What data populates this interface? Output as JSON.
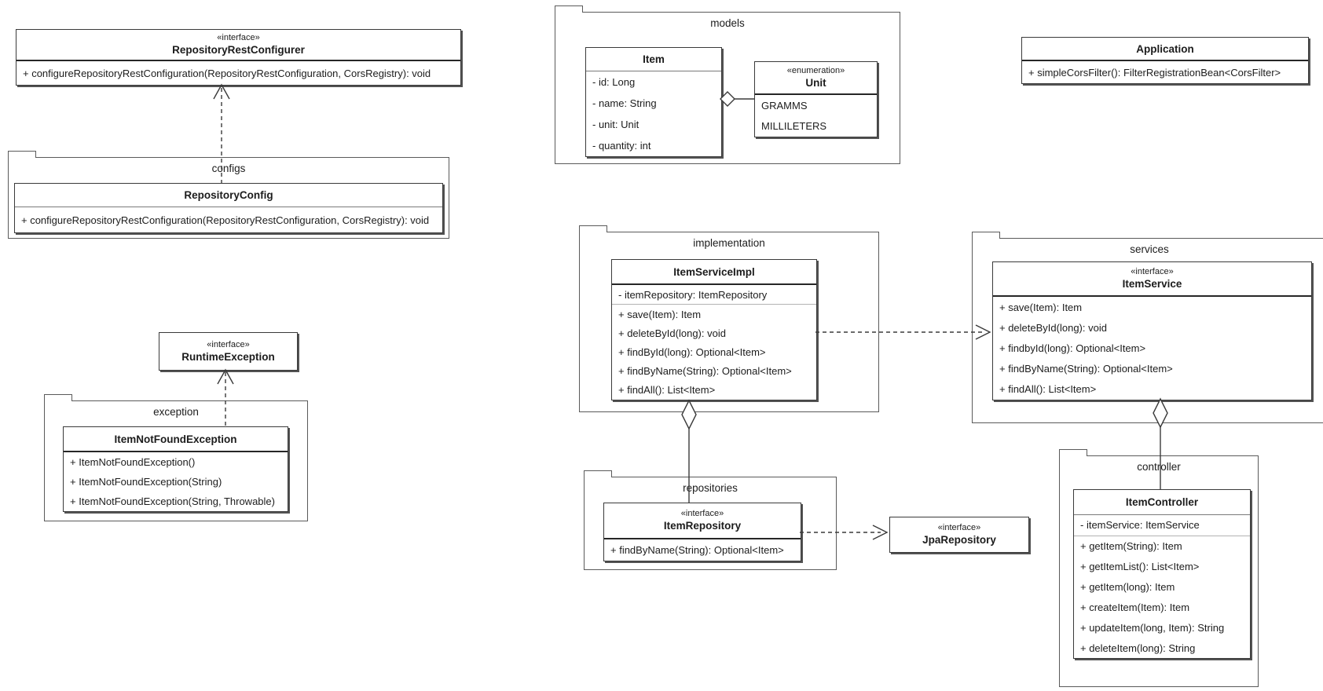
{
  "packages": {
    "configs": "configs",
    "exception": "exception",
    "models": "models",
    "implementation": "implementation",
    "services": "services",
    "repositories": "repositories",
    "controller": "controller"
  },
  "classes": {
    "repositoryRestConfigurer": {
      "stereotype": "«interface»",
      "name": "RepositoryRestConfigurer",
      "methods": [
        "+ configureRepositoryRestConfiguration(RepositoryRestConfiguration, CorsRegistry): void"
      ]
    },
    "repositoryConfig": {
      "name": "RepositoryConfig",
      "methods": [
        "+ configureRepositoryRestConfiguration(RepositoryRestConfiguration, CorsRegistry): void"
      ]
    },
    "runtimeException": {
      "stereotype": "«interface»",
      "name": "RuntimeException"
    },
    "itemNotFoundException": {
      "name": "ItemNotFoundException",
      "methods": [
        "+ ItemNotFoundException()",
        "+ ItemNotFoundException(String)",
        "+ ItemNotFoundException(String, Throwable)"
      ]
    },
    "item": {
      "name": "Item",
      "attributes": [
        "- id: Long",
        "- name: String",
        "- unit: Unit",
        "- quantity: int"
      ]
    },
    "unit": {
      "stereotype": "«enumeration»",
      "name": "Unit",
      "values": [
        "GRAMMS",
        "MILLILETERS"
      ]
    },
    "application": {
      "name": "Application",
      "methods": [
        "+ simpleCorsFilter(): FilterRegistrationBean<CorsFilter>"
      ]
    },
    "itemServiceImpl": {
      "name": "ItemServiceImpl",
      "attributes": [
        "- itemRepository: ItemRepository"
      ],
      "methods": [
        "+ save(Item): Item",
        "+ deleteById(long): void",
        "+ findById(long): Optional<Item>",
        "+ findByName(String): Optional<Item>",
        "+ findAll(): List<Item>"
      ]
    },
    "itemService": {
      "stereotype": "«interface»",
      "name": "ItemService",
      "methods": [
        "+ save(Item): Item",
        "+ deleteById(long): void",
        "+ findbyId(long): Optional<Item>",
        "+ findByName(String): Optional<Item>",
        "+ findAll(): List<Item>"
      ]
    },
    "itemRepository": {
      "stereotype": "«interface»",
      "name": "ItemRepository",
      "methods": [
        "+ findByName(String): Optional<Item>"
      ]
    },
    "jpaRepository": {
      "stereotype": "«interface»",
      "name": "JpaRepository"
    },
    "itemController": {
      "name": "ItemController",
      "attributes": [
        "- itemService: ItemService"
      ],
      "methods": [
        "+ getItem(String): Item",
        "+ getItemList(): List<Item>",
        "+ getItem(long): Item",
        "+ createItem(Item): Item",
        "+ updateItem(long, Item): String",
        "+ deleteItem(long): String"
      ]
    }
  },
  "relationships": [
    {
      "type": "realization",
      "from": "RepositoryConfig",
      "to": "RepositoryRestConfigurer",
      "style": "dashed-open-arrow"
    },
    {
      "type": "realization",
      "from": "ItemNotFoundException",
      "to": "RuntimeException",
      "style": "dashed-open-arrow"
    },
    {
      "type": "dependency",
      "from": "ItemServiceImpl",
      "to": "ItemService",
      "style": "dashed-open-arrow"
    },
    {
      "type": "dependency",
      "from": "ItemRepository",
      "to": "JpaRepository",
      "style": "dashed-open-arrow"
    },
    {
      "type": "aggregation",
      "from": "ItemServiceImpl",
      "to": "ItemRepository",
      "style": "solid-hollow-diamond"
    },
    {
      "type": "aggregation",
      "from": "ItemService",
      "to": "ItemController",
      "style": "solid-hollow-diamond"
    },
    {
      "type": "aggregation",
      "from": "Item",
      "to": "Unit",
      "style": "solid-hollow-diamond"
    }
  ],
  "colors": {
    "background": "#ffffff",
    "package_border": "#5a5a5a",
    "class_border": "#3a3a3a",
    "text": "#1c1c1c",
    "connector": "#3a3a3a"
  }
}
